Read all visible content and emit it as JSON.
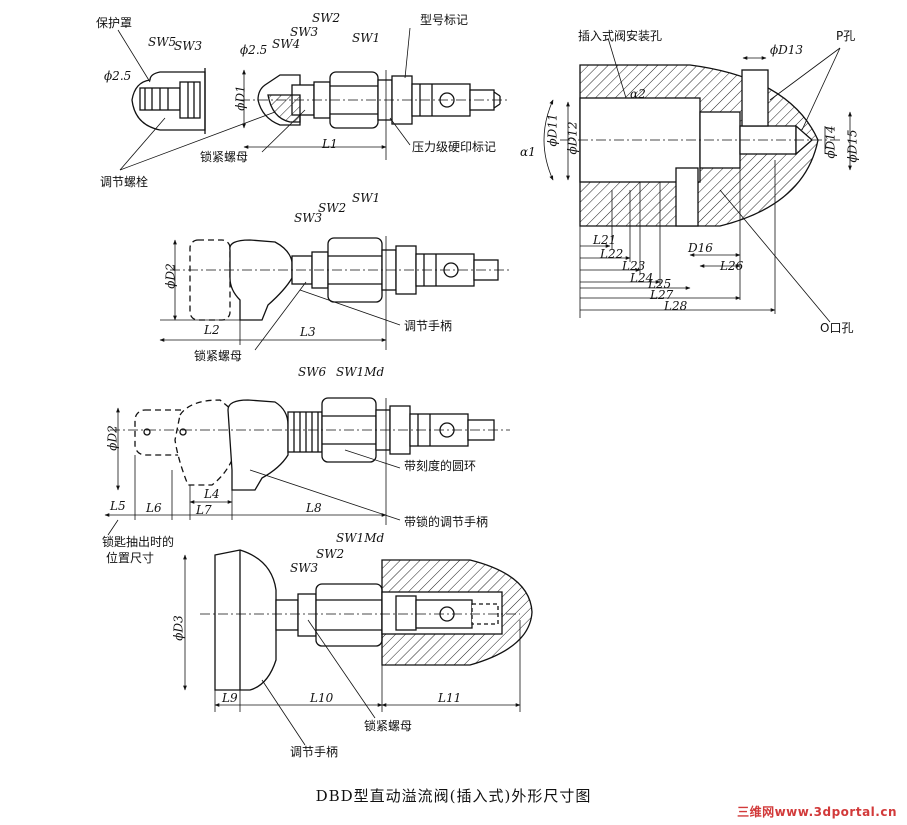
{
  "caption": "DBD型直动溢流阀(插入式)外形尺寸图",
  "watermark": "三维网www.3dportal.cn",
  "callouts": {
    "protective_cover": "保护罩",
    "adjust_bolt": "调节螺栓",
    "lock_nut_1": "锁紧螺母",
    "model_mark": "型号标记",
    "pressure_mark": "压力级硬印标记",
    "insert_hole": "插入式阀安装孔",
    "p_port": "P孔",
    "o_port": "O口孔",
    "adjust_handle_1": "调节手柄",
    "lock_nut_2": "锁紧螺母",
    "scale_ring": "带刻度的圆环",
    "locking_handle": "带锁的调节手柄",
    "key_pos_line1": "锁匙抽出时的",
    "key_pos_line2": "位置尺寸",
    "lock_nut_3": "锁紧螺母",
    "adjust_handle_2": "调节手柄"
  },
  "dimensions": {
    "phi25_a": "ϕ2.5",
    "phi25_b": "ϕ2.5",
    "sw5": "SW5",
    "sw3_a": "SW3",
    "sw4": "SW4",
    "sw3_b": "SW3",
    "sw2_a": "SW2",
    "sw1_a": "SW1",
    "phiD1": "ϕD1",
    "L1": "L1",
    "phiD13": "ϕD13",
    "alpha2": "α2",
    "alpha1": "α1",
    "phiD11": "ϕD11",
    "phiD12": "ϕD12",
    "phiD14": "ϕD14",
    "phiD15": "ϕD15",
    "L21": "L21",
    "L22": "L22",
    "L23": "L23",
    "L24": "L24",
    "L25": "L25",
    "L26": "L26",
    "L27": "L27",
    "L28": "L28",
    "D16": "D16",
    "sw3_c": "SW3",
    "sw2_b": "SW2",
    "sw1_b": "SW1",
    "phiD2_a": "ϕD2",
    "L2": "L2",
    "L3": "L3",
    "sw6": "SW6",
    "sw1md_a": "SW1Md",
    "phiD2_b": "ϕD2",
    "L4": "L4",
    "L5": "L5",
    "L6": "L6",
    "L7": "L7",
    "L8": "L8",
    "sw1md_b": "SW1Md",
    "sw2_c": "SW2",
    "sw3_d": "SW3",
    "phiD3": "ϕD3",
    "L9": "L9",
    "L10": "L10",
    "L11": "L11"
  }
}
